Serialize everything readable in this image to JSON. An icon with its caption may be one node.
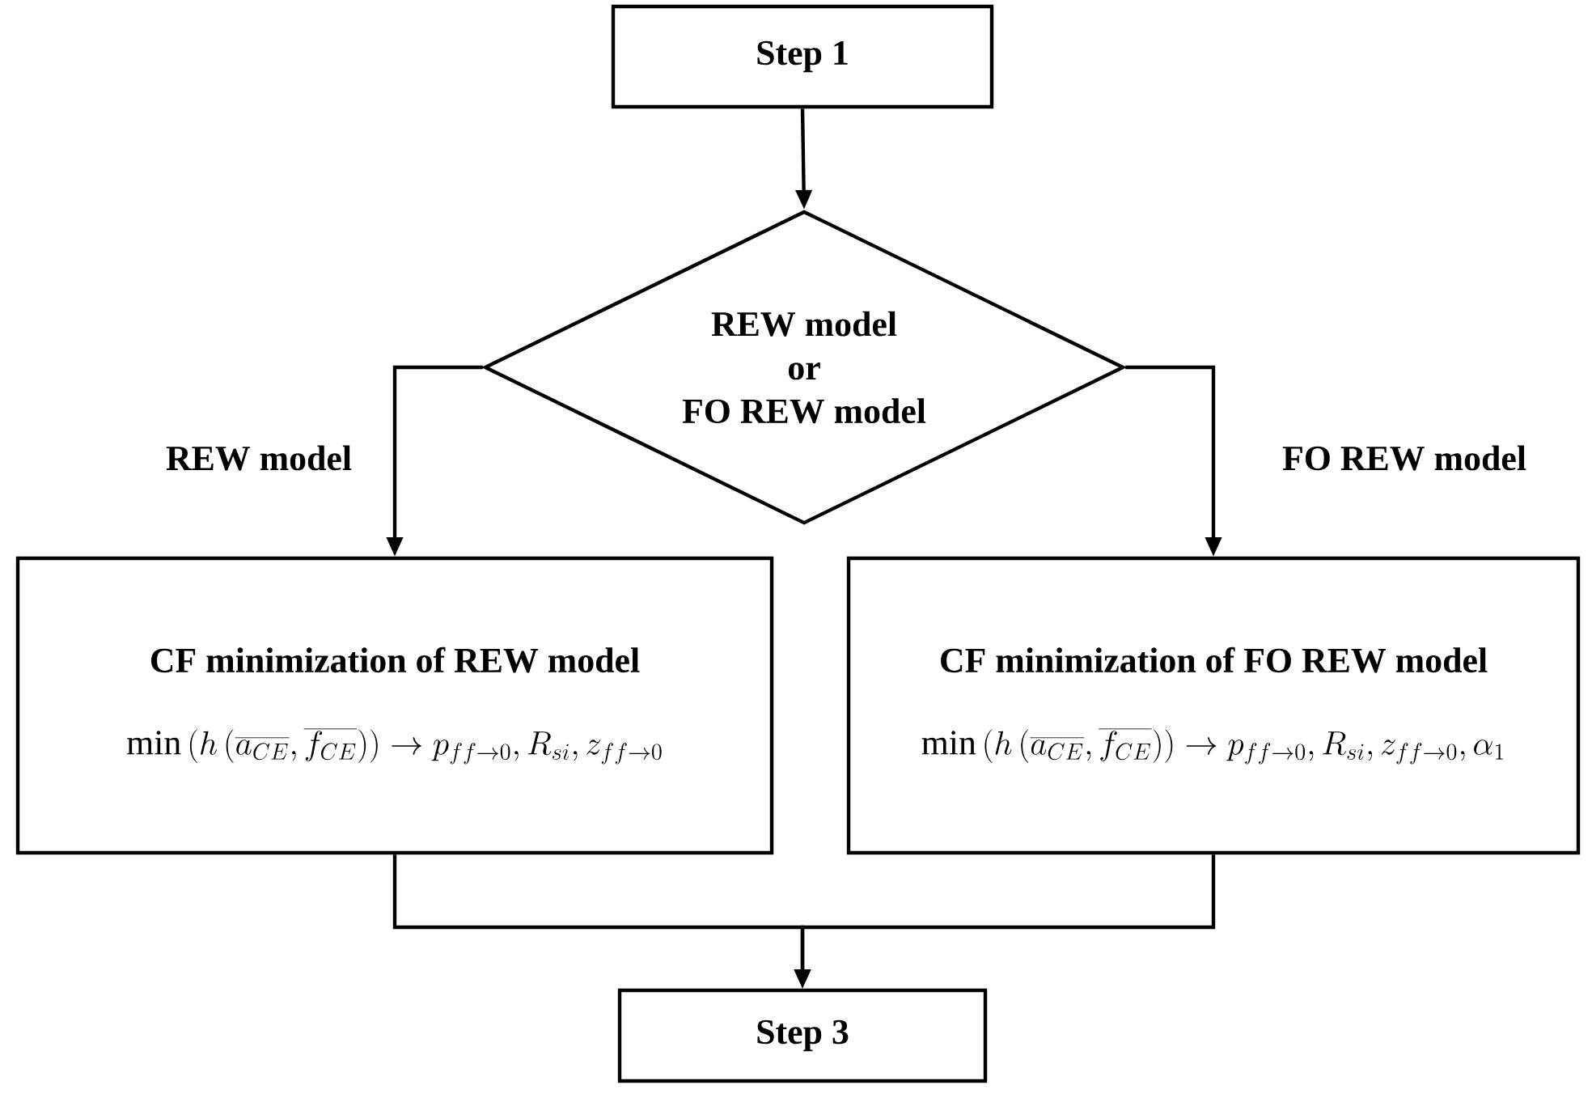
{
  "diagram": {
    "nodes": [
      {
        "text": [
          "Step 1"
        ]
      },
      {
        "text": [
          "REW model",
          "or",
          "FO REW model"
        ]
      },
      {
        "text": [
          "CF minimization of REW model",
          "\\min\\left(h\\left(\\overline{a_{CE}},\\overline{f_{CE}}\\right)\\right)\\rightarrow p_{ff\\rightarrow 0},R_{si},z_{ff\\rightarrow 0}"
        ]
      },
      {
        "text": [
          "CF minimization of FO REW model",
          "\\min\\left(h\\left(\\overline{a_{CE}},\\overline{f_{CE}}\\right)\\right)\\rightarrow p_{ff\\rightarrow 0},R_{si},z_{ff\\rightarrow 0},\\alpha_{1}"
        ]
      },
      {
        "text": [
          "Step 3"
        ]
      }
    ],
    "edges": [
      {
        "from": 0,
        "to": 1,
        "arrow": "to"
      },
      {
        "from": 1,
        "to": 2,
        "arrow": "to",
        "label": "REW model"
      },
      {
        "from": 1,
        "to": 3,
        "arrow": "to",
        "label": "FO REW model"
      },
      {
        "from": 2,
        "to": 4,
        "arrow": "to"
      },
      {
        "from": 3,
        "to": 4,
        "arrow": "to"
      }
    ]
  }
}
